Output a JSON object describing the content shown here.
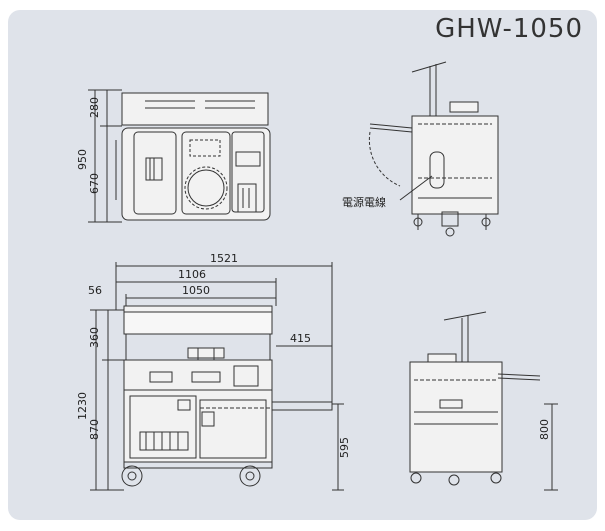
{
  "model": "GHW-1050",
  "label_power_cord": "電源電線",
  "dims": {
    "h280": "280",
    "h950": "950",
    "h670": "670",
    "w1521": "1521",
    "w1106": "1106",
    "w56": "56",
    "w1050": "1050",
    "w415": "415",
    "h360": "360",
    "h1230": "1230",
    "h870": "870",
    "h595": "595",
    "h800": "800"
  },
  "colors": {
    "panel": "#dfe3ea",
    "line": "#333333",
    "fill": "#f2f2f2"
  }
}
